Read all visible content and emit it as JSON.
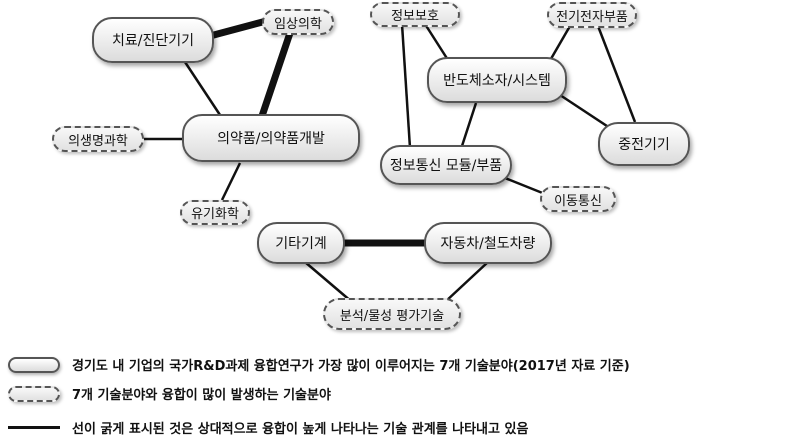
{
  "nodes": {
    "chiryo": "치료/진단기기",
    "imsang": "임상의학",
    "uisaeng": "의생명과학",
    "uiyak": "의약품/의약품개발",
    "yugi": "유기화학",
    "jeongbo_boho": "정보보호",
    "jeongi": "전기전자부품",
    "bandoche": "반도체소자/시스템",
    "jeungjeon": "중전기기",
    "tongsin_modul": "정보통신 모듈/부품",
    "idong": "이동통신",
    "gita": "기타기계",
    "jadongcha": "자동차/철도차량",
    "bunseok": "분석/물성 평가기술"
  },
  "legend": {
    "major_text": "경기도 내 기업의 국가R&D과제 융합연구가 가장 많이 이루어지는 7개 기술분야(2017년 자료 기준)",
    "minor_text": "7개 기술분야와 융합이 많이 발생하는 기술분야",
    "line_text": "선이 굵게 표시된 것은 상대적으로 융합이 높게 나타나는 기술 관계를 나타내고 있음"
  }
}
